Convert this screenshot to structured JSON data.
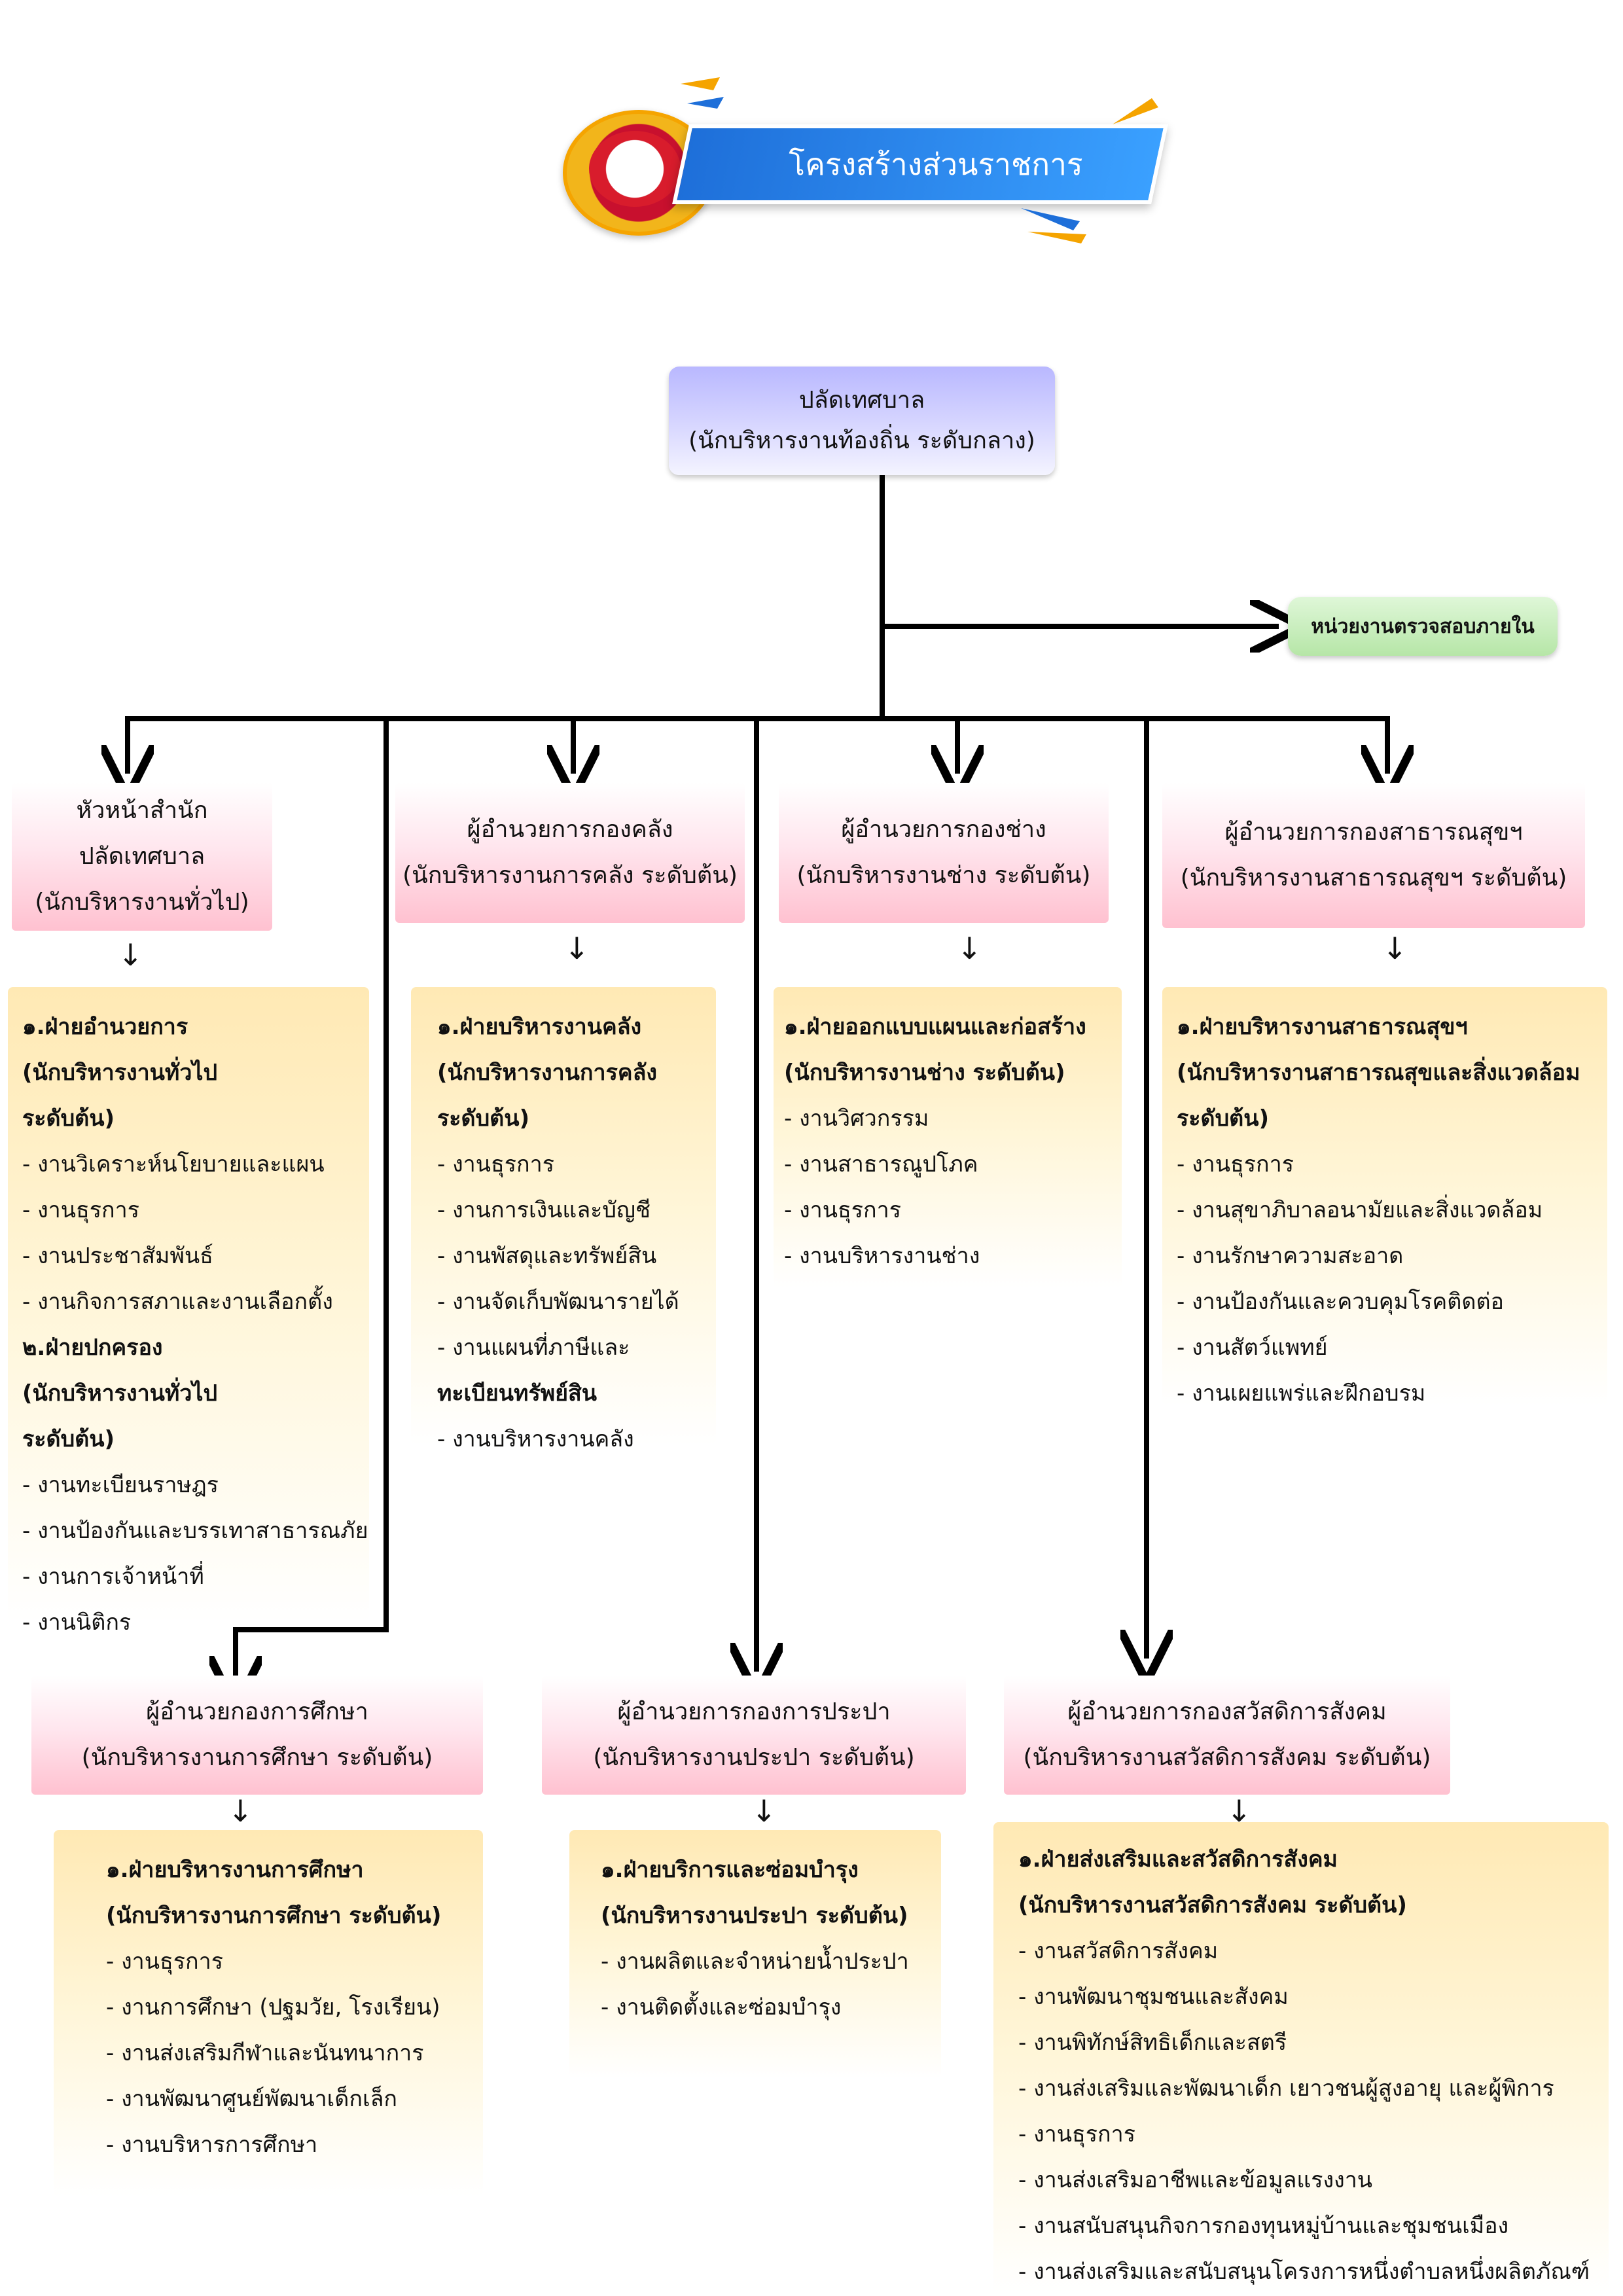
{
  "header": {
    "title": "โครงสร้างส่วนราชการ",
    "emblem_icon": "municipal-emblem-icon"
  },
  "top": {
    "line1": "ปลัดเทศบาล",
    "line2": "(นักบริหารงานท้องถิ่น ระดับกลาง)"
  },
  "audit": {
    "label": "หน่วยงานตรวจสอบภายใน"
  },
  "heads": {
    "office": {
      "line1": "หัวหน้าสำนัก",
      "line2": "ปลัดเทศบาล",
      "line3": "(นักบริหารงานทั่วไป)"
    },
    "finance": {
      "line1": "ผู้อำนวยการกองคลัง",
      "line2": "(นักบริหารงานการคลัง ระดับต้น)"
    },
    "engineering": {
      "line1": "ผู้อำนวยการกองช่าง",
      "line2": "(นักบริหารงานช่าง ระดับต้น)"
    },
    "health": {
      "line1": "ผู้อำนวยการกองสาธารณสุขฯ",
      "line2": "(นักบริหารงานสาธารณสุขฯ ระดับต้น)"
    },
    "education": {
      "line1": "ผู้อำนวยกองการศึกษา",
      "line2": "(นักบริหารงานการศึกษา ระดับต้น)"
    },
    "waterworks": {
      "line1": "ผู้อำนวยการกองการประปา",
      "line2": "(นักบริหารงานประปา ระดับต้น)"
    },
    "welfare": {
      "line1": "ผู้อำนวยการกองสวัสดิการสังคม",
      "line2": "(นักบริหารงานสวัสดิการสังคม ระดับต้น)"
    }
  },
  "units": {
    "office": [
      "๑.ฝ่ายอำนวยการ",
      "(นักบริหารงานทั่วไป",
      "ระดับต้น)",
      "- งานวิเคราะห์นโยบายและแผน",
      "- งานธุรการ",
      "- งานประชาสัมพันธ์",
      "- งานกิจการสภาและงานเลือกตั้ง",
      "๒.ฝ่ายปกครอง",
      "(นักบริหารงานทั่วไป",
      "ระดับต้น)",
      "- งานทะเบียนราษฎร",
      "- งานป้องกันและบรรเทาสาธารณภัย",
      "- งานการเจ้าหน้าที่",
      "- งานนิติกร"
    ],
    "finance": [
      "๑.ฝ่ายบริหารงานคลัง",
      "(นักบริหารงานการคลัง",
      "ระดับต้น)",
      "- งานธุรการ",
      "- งานการเงินและบัญชี",
      "- งานพัสดุและทรัพย์สิน",
      "- งานจัดเก็บพัฒนารายได้",
      "- งานแผนที่ภาษีและ",
      "ทะเบียนทรัพย์สิน",
      "- งานบริหารงานคลัง"
    ],
    "engineering": [
      "๑.ฝ่ายออกแบบแผนและก่อสร้าง",
      "(นักบริหารงานช่าง ระดับต้น)",
      "- งานวิศวกรรม",
      "- งานสาธารณูปโภค",
      "- งานธุรการ",
      "- งานบริหารงานช่าง"
    ],
    "health": [
      "๑.ฝ่ายบริหารงานสาธารณสุขฯ",
      "(นักบริหารงานสาธารณสุขและสิ่งแวดล้อม",
      "ระดับต้น)",
      "- งานธุรการ",
      "- งานสุขาภิบาลอนามัยและสิ่งแวดล้อม",
      "- งานรักษาความสะอาด",
      "- งานป้องกันและควบคุมโรคติดต่อ",
      "- งานสัตว์แพทย์",
      "- งานเผยแพร่และฝึกอบรม"
    ],
    "education": [
      "๑.ฝ่ายบริหารงานการศึกษา",
      "(นักบริหารงานการศึกษา ระดับต้น)",
      "- งานธุรการ",
      "- งานการศึกษา (ปฐมวัย, โรงเรียน)",
      "- งานส่งเสริมกีฬาและนันทนาการ",
      "- งานพัฒนาศูนย์พัฒนาเด็กเล็ก",
      "- งานบริหารการศึกษา"
    ],
    "waterworks": [
      "๑.ฝ่ายบริการและซ่อมบำรุง",
      "(นักบริหารงานประปา ระดับต้น)",
      "- งานผลิตและจำหน่ายน้ำประปา",
      "- งานติดตั้งและซ่อมบำรุง"
    ],
    "welfare": [
      "๑.ฝ่ายส่งเสริมและสวัสดิการสังคม",
      "(นักบริหารงานสวัสดิการสังคม ระดับต้น)",
      "- งานสวัสดิการสังคม",
      "- งานพัฒนาชุมชนและสังคม",
      "- งานพิทักษ์สิทธิเด็กและสตรี",
      "- งานส่งเสริมและพัฒนาเด็ก เยาวชนผู้สูงอายุ และผู้พิการ",
      "- งานธุรการ",
      "- งานส่งเสริมอาชีพและข้อมูลแรงงาน",
      "- งานสนับสนุนกิจการกองทุนหมู่บ้านและชุมชนเมือง",
      "- งานส่งเสริมและสนับสนุนโครงการหนึ่งตำบลหนึ่งผลิตภัณฑ์"
    ]
  },
  "arrow_glyph": "↓"
}
